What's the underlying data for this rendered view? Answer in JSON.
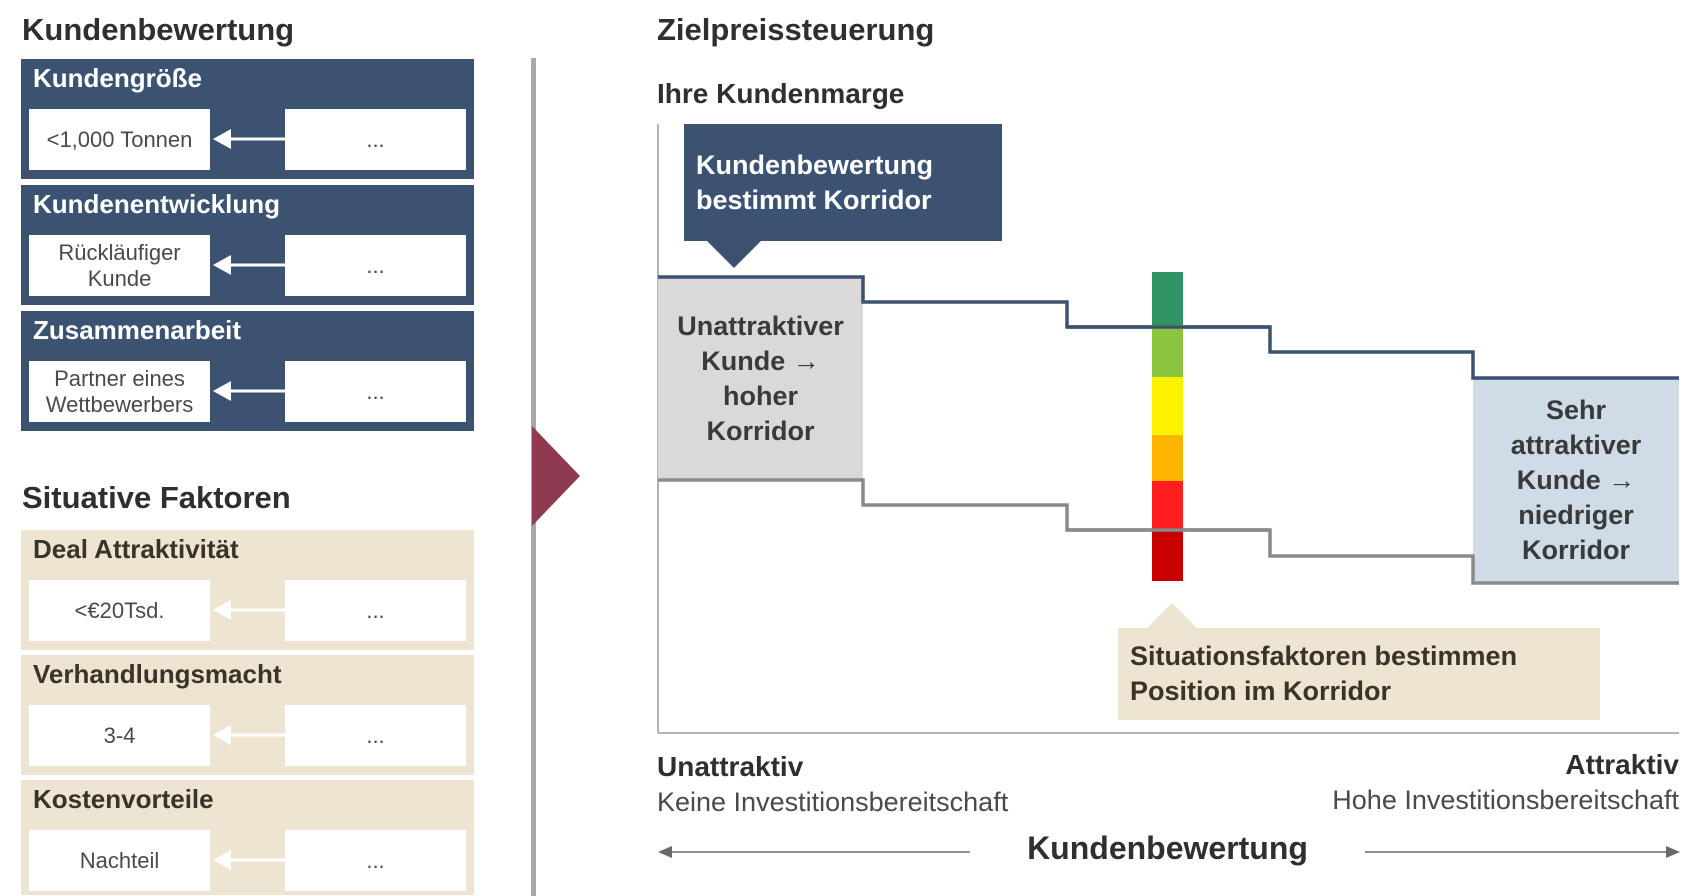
{
  "left": {
    "kundenbewertung_title": "Kundenbewertung",
    "situative_title": "Situative Faktoren",
    "criteria": [
      {
        "title": "Kundengröße",
        "value": "<1,000 Tonnen",
        "other": "..."
      },
      {
        "title": "Kundenentwicklung",
        "value": "Rückläufiger Kunde",
        "other": "..."
      },
      {
        "title": "Zusammenarbeit",
        "value": "Partner eines Wettbewerbers",
        "other": "..."
      }
    ],
    "factors": [
      {
        "title": "Deal Attraktivität",
        "value": "<€20Tsd.",
        "other": "..."
      },
      {
        "title": "Verhandlungsmacht",
        "value": "3-4",
        "other": "..."
      },
      {
        "title": "Kostenvorteile",
        "value": "Nachteil",
        "other": "..."
      }
    ]
  },
  "right": {
    "title": "Zielpreissteuerung",
    "y_label": "Ihre Kundenmarge",
    "callout_top": "Kundenbewertung bestimmt Korridor",
    "left_box": "Unattraktiver Kunde → hoher Korridor",
    "right_box": "Sehr attraktiver Kunde → niedriger Korridor",
    "callout_bottom": "Situationsfaktoren bestimmen Position im Korridor",
    "x_left_title": "Unattraktiv",
    "x_left_sub": "Keine Investitionsbereitschaft",
    "x_right_title": "Attraktiv",
    "x_right_sub": "Hohe Investitionsbereitschaft",
    "x_axis_label": "Kundenbewertung"
  },
  "colors": {
    "dark_blue": "#3b5271",
    "beige": "#ede5d1",
    "maroon": "#8e3a50",
    "upper_line": "#3b5271",
    "lower_line": "#8a8a8a",
    "scale": [
      "#2e9464",
      "#8cc63f",
      "#fff200",
      "#ffb400",
      "#ff1f1f",
      "#c80000"
    ]
  }
}
